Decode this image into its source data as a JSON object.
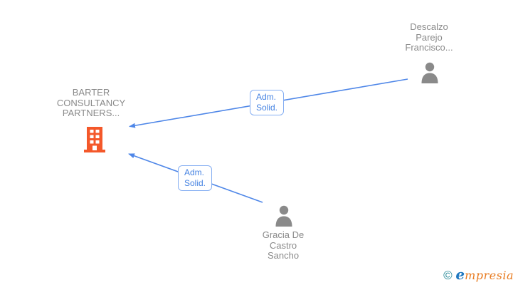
{
  "diagram": {
    "company": {
      "label": "BARTER CONSULTANCY PARTNERS..."
    },
    "persons": [
      {
        "label": "Descalzo Parejo Francisco..."
      },
      {
        "label": "Gracia De Castro Sancho"
      }
    ],
    "edges": [
      {
        "label_line1": "Adm.",
        "label_line2": "Solid.",
        "from": "Descalzo Parejo Francisco...",
        "to": "BARTER CONSULTANCY PARTNERS..."
      },
      {
        "label_line1": "Adm.",
        "label_line2": "Solid.",
        "from": "Gracia De Castro Sancho",
        "to": "BARTER CONSULTANCY PARTNERS..."
      }
    ]
  },
  "watermark": {
    "copyright": "© ",
    "brand_first_letter": "e",
    "brand_rest": "mpresia"
  },
  "colors": {
    "edge": "#4f87e8",
    "edge-border": "#85aef2",
    "edge-text": "#4683e2",
    "node-text": "#8a8a8a",
    "person-icon": "#8a8a8a",
    "building-icon": "#f4582a",
    "brand-teal": "#2a8a99",
    "brand-blue": "#1f78c0",
    "brand-orange": "#e87a1e"
  }
}
